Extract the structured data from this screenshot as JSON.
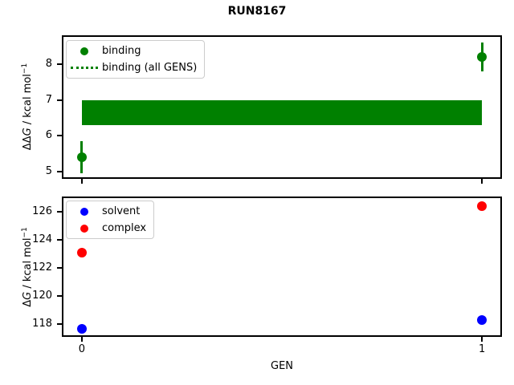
{
  "figure": {
    "title": "RUN8167",
    "xlabel": "GEN"
  },
  "chart_data": [
    {
      "type": "scatter",
      "panel": "binding",
      "title": "",
      "ylabel": "ΔΔG / kcal mol⁻¹",
      "ylabel_parts": {
        "delta": "ΔΔ",
        "var": "G",
        "unit": " / kcal mol",
        "sup": "−1"
      },
      "xlim": [
        -0.05,
        1.05
      ],
      "ylim": [
        4.8,
        8.8
      ],
      "yticks": [
        5,
        6,
        7,
        8
      ],
      "xticks": [
        0,
        1
      ],
      "show_xticklabels": false,
      "grid": false,
      "legend": {
        "position": "upper left",
        "items": [
          {
            "label": "binding",
            "marker": "circle",
            "color": "#008000"
          },
          {
            "label": "binding (all GENS)",
            "marker": "dotted-line",
            "color": "#008000"
          }
        ]
      },
      "series": [
        {
          "name": "binding",
          "color": "#008000",
          "marker": "circle",
          "x": [
            0,
            1
          ],
          "y": [
            5.4,
            8.2
          ],
          "yerr": [
            0.45,
            0.4
          ]
        }
      ],
      "band": {
        "label": "binding (all GENS)",
        "color": "#008000",
        "x": [
          0,
          1
        ],
        "y": [
          6.3,
          7.0
        ]
      }
    },
    {
      "type": "scatter",
      "panel": "free-energy-components",
      "title": "",
      "ylabel": "ΔG / kcal mol⁻¹",
      "ylabel_parts": {
        "delta": "Δ",
        "var": "G",
        "unit": " / kcal mol",
        "sup": "−1"
      },
      "xlabel": "GEN",
      "xlim": [
        -0.05,
        1.05
      ],
      "ylim": [
        117.1,
        127.1
      ],
      "yticks": [
        118,
        120,
        122,
        124,
        126
      ],
      "xticks": [
        0,
        1
      ],
      "show_xticklabels": true,
      "grid": false,
      "legend": {
        "position": "upper left",
        "items": [
          {
            "label": "solvent",
            "marker": "circle",
            "color": "#0000ff"
          },
          {
            "label": "complex",
            "marker": "circle",
            "color": "#ff0000"
          }
        ]
      },
      "series": [
        {
          "name": "solvent",
          "color": "#0000ff",
          "marker": "circle",
          "x": [
            0,
            1
          ],
          "y": [
            117.7,
            118.3
          ],
          "yerr": [
            0.1,
            0.1
          ]
        },
        {
          "name": "complex",
          "color": "#ff0000",
          "marker": "circle",
          "x": [
            0,
            1
          ],
          "y": [
            123.1,
            126.4
          ],
          "yerr": [
            0.25,
            0.1
          ]
        }
      ]
    }
  ]
}
